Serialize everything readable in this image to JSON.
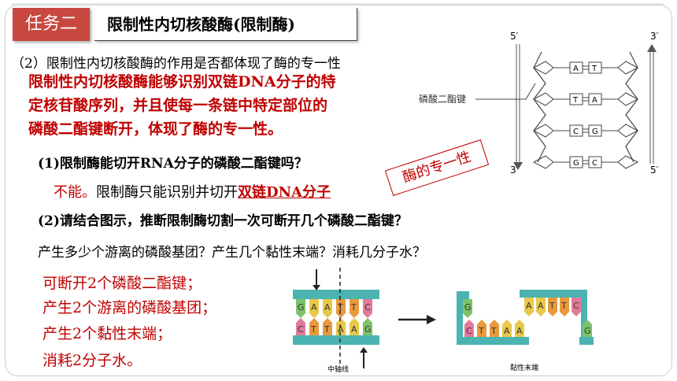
{
  "header": {
    "task_label": "任务二",
    "title": "限制性内切核酸酶(限制酶)"
  },
  "question2": "（2）限制性内切核酸酶的作用是否都体现了酶的专一性",
  "answer_main": [
    "限制性内切核酸酶能够识别双链DNA分子的特",
    "定核苷酸序列，并且使每一条链中特定部位的",
    "磷酸二酯键断开，体现了酶的专一性。"
  ],
  "sub_q1": "(1)限制酶能切开RNA分子的磷酸二酯键吗？",
  "sub_a1": {
    "no": "不能。",
    "reason": "限制酶只能识别并切开",
    "highlight": "双链DNA分子"
  },
  "stamp": "酶的专一性",
  "sub_q2_line1": "(2)请结合图示，推断限制酶切割一次可断开几个磷酸二酯键？",
  "sub_q2_line2": "产生多少个游离的磷酸基团？产生几个黏性末端？消耗几分子水？",
  "answer2": [
    "可断开2个磷酸二酯键；",
    "产生2个游离的磷酸基团；",
    "产生2个黏性末端；",
    "消耗2分子水。"
  ],
  "dna_diagram": {
    "label_bond": "磷酸二酯键",
    "top_left": "5′",
    "top_right": "3′",
    "bottom_left": "3′",
    "bottom_right": "5′",
    "pairs": [
      [
        "A",
        "T"
      ],
      [
        "T",
        "A"
      ],
      [
        "C",
        "G"
      ],
      [
        "G",
        "C"
      ]
    ]
  },
  "cut_diagram": {
    "top_bases": [
      "G",
      "A",
      "A",
      "T",
      "T",
      "C"
    ],
    "bottom_bases": [
      "C",
      "T",
      "T",
      "A",
      "A",
      "G"
    ],
    "axis_label": "中轴线",
    "sticky_label": "黏性末端",
    "right_top": [
      "G",
      "A",
      "A",
      "T",
      "T",
      "C"
    ],
    "right_bottom": [
      "C",
      "T",
      "T",
      "A",
      "A",
      "G"
    ]
  },
  "colors": {
    "accent_red": "#c00000",
    "tag_red": "#c8473f",
    "strand_teal": "#4bb3b0",
    "base_yellow": "#e8c84a",
    "base_green": "#7cc36b",
    "base_orange": "#e89a3c",
    "base_pink": "#e27a9b"
  }
}
